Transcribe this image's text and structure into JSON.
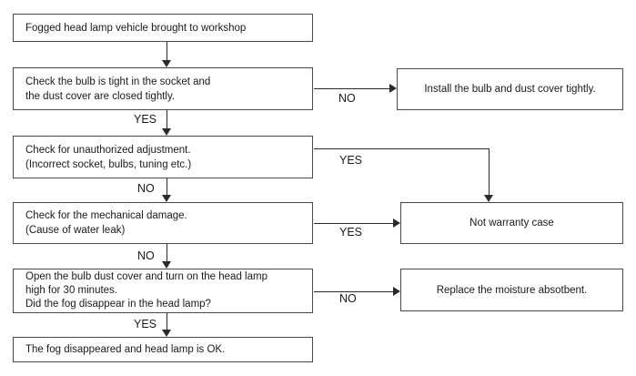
{
  "colors": {
    "background": "#ffffff",
    "box_border": "#4a4a4a",
    "connector": "#2a2a2a",
    "text": "#1a1a1a"
  },
  "flowchart": {
    "nodes": {
      "start": {
        "lines": [
          "Fogged head lamp vehicle brought to workshop"
        ]
      },
      "check_bulb": {
        "lines": [
          "Check the bulb is tight in the socket and",
          "the dust cover are closed tightly."
        ]
      },
      "install": {
        "lines": [
          "Install the bulb and dust cover tightly."
        ]
      },
      "check_adjustment": {
        "lines": [
          "Check for unauthorized adjustment.",
          "(Incorrect socket, bulbs, tuning etc.)"
        ]
      },
      "check_damage": {
        "lines": [
          "Check for the mechanical damage.",
          "(Cause of water leak)"
        ]
      },
      "not_warranty": {
        "lines": [
          "Not warranty case"
        ]
      },
      "open_cover": {
        "lines": [
          "Open the bulb dust cover and turn on the head lamp",
          "high for 30 minutes.",
          "Did the fog disappear in the head lamp?"
        ]
      },
      "replace": {
        "lines": [
          "Replace the moisture absotbent."
        ]
      },
      "ok": {
        "lines": [
          "The fog disappeared and head lamp is OK."
        ]
      }
    },
    "labels": {
      "bulb_no": "NO",
      "bulb_yes": "YES",
      "adjustment_yes": "YES",
      "adjustment_no": "NO",
      "damage_yes": "YES",
      "damage_no": "NO",
      "fog_no": "NO",
      "fog_yes": "YES"
    },
    "edges": [
      {
        "from": "start",
        "to": "check_bulb",
        "label": ""
      },
      {
        "from": "check_bulb",
        "to": "install",
        "label": "NO"
      },
      {
        "from": "check_bulb",
        "to": "check_adjustment",
        "label": "YES"
      },
      {
        "from": "check_adjustment",
        "to": "not_warranty",
        "label": "YES"
      },
      {
        "from": "check_adjustment",
        "to": "check_damage",
        "label": "NO"
      },
      {
        "from": "check_damage",
        "to": "not_warranty",
        "label": "YES"
      },
      {
        "from": "check_damage",
        "to": "open_cover",
        "label": "NO"
      },
      {
        "from": "open_cover",
        "to": "replace",
        "label": "NO"
      },
      {
        "from": "open_cover",
        "to": "ok",
        "label": "YES"
      }
    ]
  }
}
